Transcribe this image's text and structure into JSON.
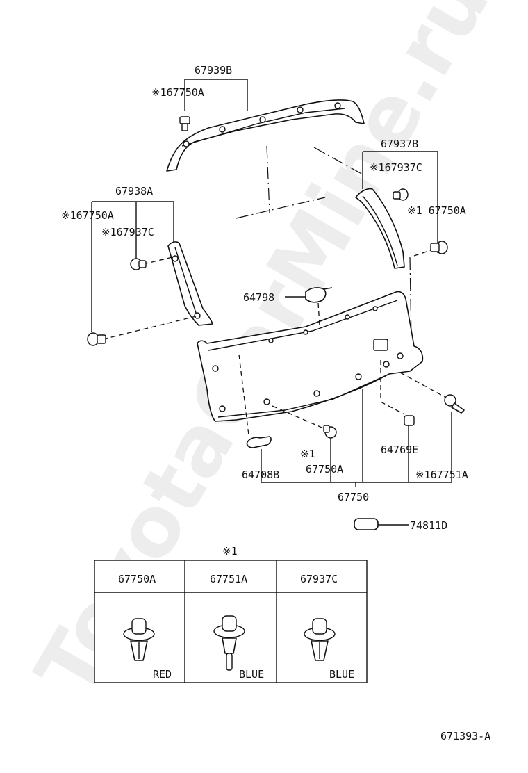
{
  "watermark": "ToyotaCarMine.ru",
  "labels": {
    "p67939B": "67939B",
    "p167750A_top": "※167750A",
    "p67937B": "67937B",
    "p167937C_right": "※167937C",
    "p167750A_right": "※1 67750A",
    "p67938A": "67938A",
    "p167750A_left": "※167750A",
    "p167937C_left": "※167937C",
    "p64798": "64798",
    "p64708B": "64708B",
    "p1_mark": "※1",
    "p67750A_bottom": "67750A",
    "p64769E": "64769E",
    "p167751A": "※167751A",
    "p67750": "67750",
    "p74811D": "74811D"
  },
  "table": {
    "note": "※1",
    "headers": [
      "67750A",
      "67751A",
      "67937C"
    ],
    "colors": [
      "RED",
      "BLUE",
      "BLUE"
    ]
  },
  "figure_code": "671393-A"
}
